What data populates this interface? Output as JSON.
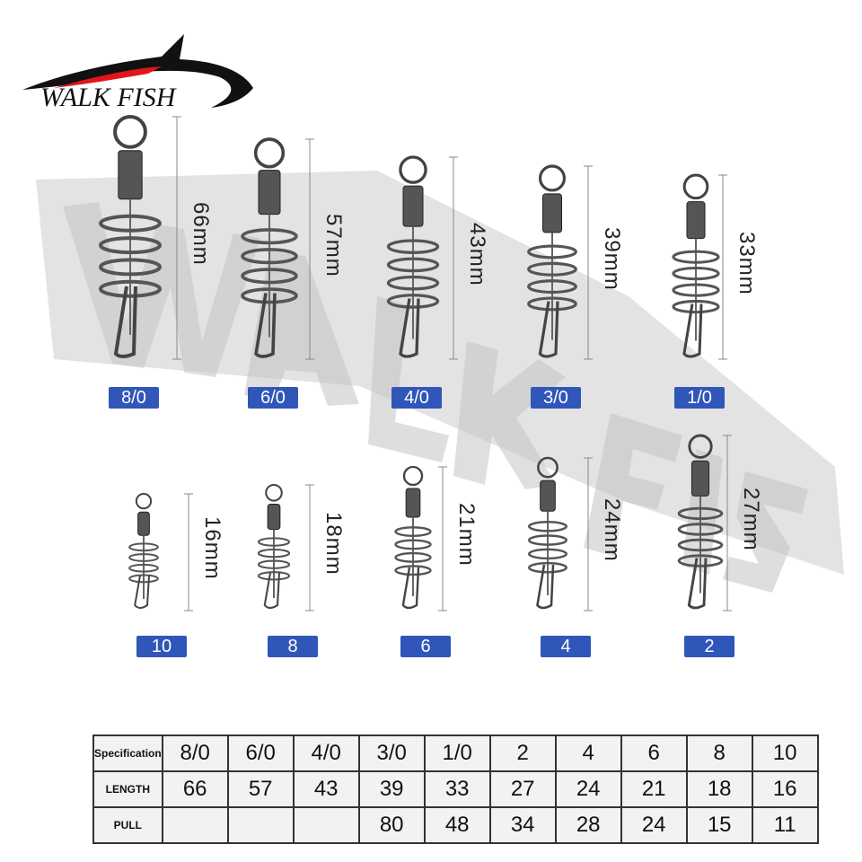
{
  "brand": {
    "logo_text": "WALK FISH",
    "watermark_text": "WALK FISH",
    "accent": "#e3151b"
  },
  "top_row": [
    {
      "size": "8/0",
      "length": "66mm"
    },
    {
      "size": "6/0",
      "length": "57mm"
    },
    {
      "size": "4/0",
      "length": "43mm"
    },
    {
      "size": "3/0",
      "length": "39mm"
    },
    {
      "size": "1/0",
      "length": "33mm"
    }
  ],
  "bottom_row": [
    {
      "size": "10",
      "length": "16mm"
    },
    {
      "size": "8",
      "length": "18mm"
    },
    {
      "size": "6",
      "length": "21mm"
    },
    {
      "size": "4",
      "length": "24mm"
    },
    {
      "size": "2",
      "length": "27mm"
    }
  ],
  "badge_color": "#2f56b8",
  "table": {
    "rows": [
      {
        "label": "Specification",
        "values": [
          "8/0",
          "6/0",
          "4/0",
          "3/0",
          "1/0",
          "2",
          "4",
          "6",
          "8",
          "10"
        ]
      },
      {
        "label": "LENGTH",
        "values": [
          "66",
          "57",
          "43",
          "39",
          "33",
          "27",
          "24",
          "21",
          "18",
          "16"
        ]
      },
      {
        "label": "PULL",
        "values": [
          "",
          "",
          "",
          "80",
          "48",
          "34",
          "28",
          "24",
          "15",
          "11"
        ]
      }
    ]
  }
}
